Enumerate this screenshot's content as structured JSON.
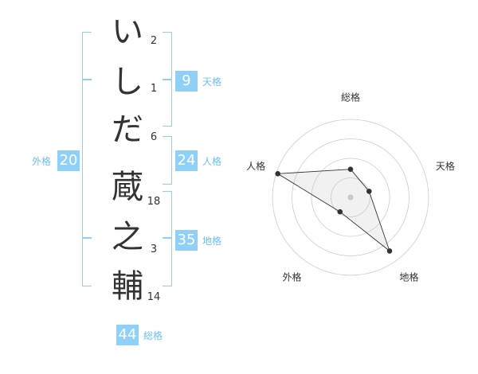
{
  "name": {
    "chars": [
      "い",
      "し",
      "だ",
      "蔵",
      "之",
      "輔"
    ],
    "strokes": [
      "2",
      "1",
      "6",
      "18",
      "3",
      "14"
    ]
  },
  "scores": {
    "tenkaku": {
      "value": "9",
      "label": "天格"
    },
    "jinkaku": {
      "value": "24",
      "label": "人格"
    },
    "chikaku": {
      "value": "35",
      "label": "地格"
    },
    "gaikaku": {
      "value": "20",
      "label": "外格"
    },
    "soukaku": {
      "value": "44",
      "label": "総格"
    }
  },
  "colors": {
    "badge": "#8fd0f8",
    "label": "#6cbff0",
    "text": "#333333",
    "grid": "#cccccc"
  },
  "chart_data": {
    "type": "radar",
    "axes": [
      "総格",
      "天格",
      "地格",
      "外格",
      "人格"
    ],
    "values": [
      0.36,
      0.25,
      0.85,
      0.23,
      0.98
    ],
    "rings": 4,
    "grid": true
  }
}
